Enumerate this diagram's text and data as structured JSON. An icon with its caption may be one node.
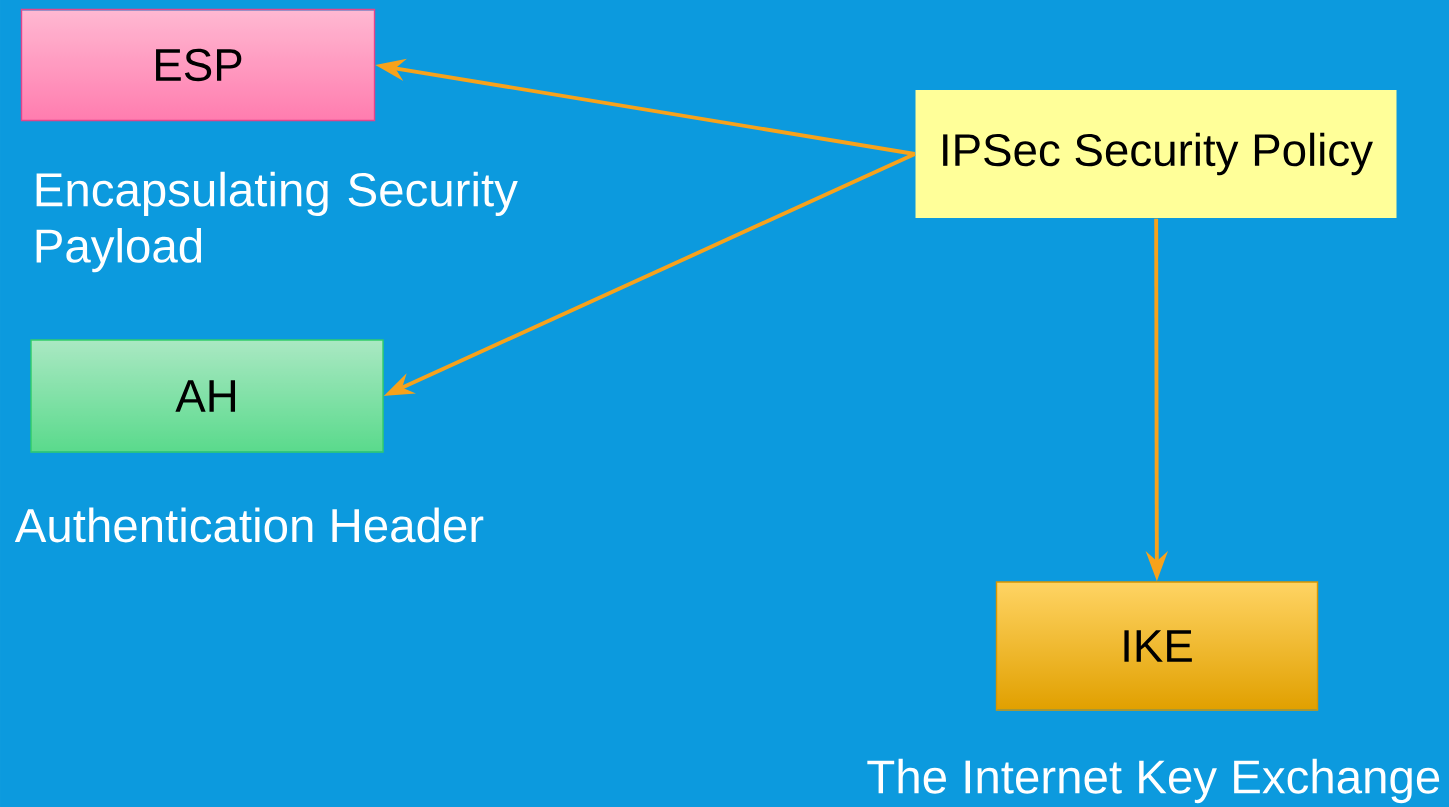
{
  "diagram": {
    "nodes": [
      {
        "text": [
          "ESP"
        ],
        "beside": [
          "Encapsulating Security Payload"
        ]
      },
      {
        "text": [
          "AH"
        ],
        "beside": [
          "Authentication Header"
        ]
      },
      {
        "text": [
          "IPSec Security Policy"
        ]
      },
      {
        "text": [
          "IKE"
        ],
        "beside": [
          "The Internet Key Exchange"
        ]
      }
    ],
    "edges": [
      {
        "from": 2,
        "to": 0,
        "arrow": "to"
      },
      {
        "from": 2,
        "to": 1,
        "arrow": "to"
      },
      {
        "from": 2,
        "to": 3,
        "arrow": "to"
      }
    ]
  }
}
